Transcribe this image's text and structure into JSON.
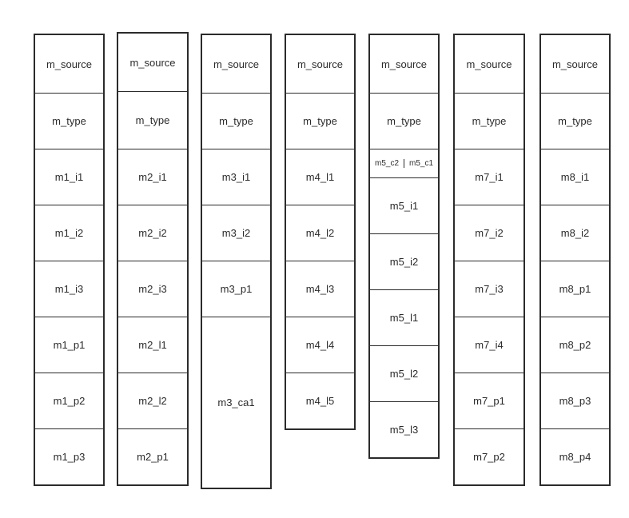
{
  "columns": [
    {
      "id": "m1",
      "cells": [
        "m_source",
        "m_type",
        "m1_i1",
        "m1_i2",
        "m1_i3",
        "m1_p1",
        "m1_p2",
        "m1_p3"
      ]
    },
    {
      "id": "m2",
      "cells": [
        "m_source",
        "m_type",
        "m2_i1",
        "m2_i2",
        "m2_i3",
        "m2_l1",
        "m2_l2",
        "m2_p1"
      ]
    },
    {
      "id": "m3",
      "cells": [
        "m_source",
        "m_type",
        "m3_i1",
        "m3_i2",
        "m3_p1",
        "m3_ca1"
      ]
    },
    {
      "id": "m4",
      "cells": [
        "m_source",
        "m_type",
        "m4_l1",
        "m4_l2",
        "m4_l3",
        "m4_l4",
        "m4_l5"
      ]
    },
    {
      "id": "m5",
      "cells": [
        "m_source",
        "m_type",
        [
          "m5_c2",
          "m5_c1"
        ],
        "m5_i1",
        "m5_i2",
        "m5_l1",
        "m5_l2",
        "m5_l3"
      ]
    },
    {
      "id": "m7",
      "cells": [
        "m_source",
        "m_type",
        "m7_i1",
        "m7_i2",
        "m7_i3",
        "m7_i4",
        "m7_p1",
        "m7_p2"
      ]
    },
    {
      "id": "m8",
      "cells": [
        "m_source",
        "m_type",
        "m8_i1",
        "m8_i2",
        "m8_p1",
        "m8_p2",
        "m8_p3",
        "m8_p4"
      ]
    }
  ]
}
